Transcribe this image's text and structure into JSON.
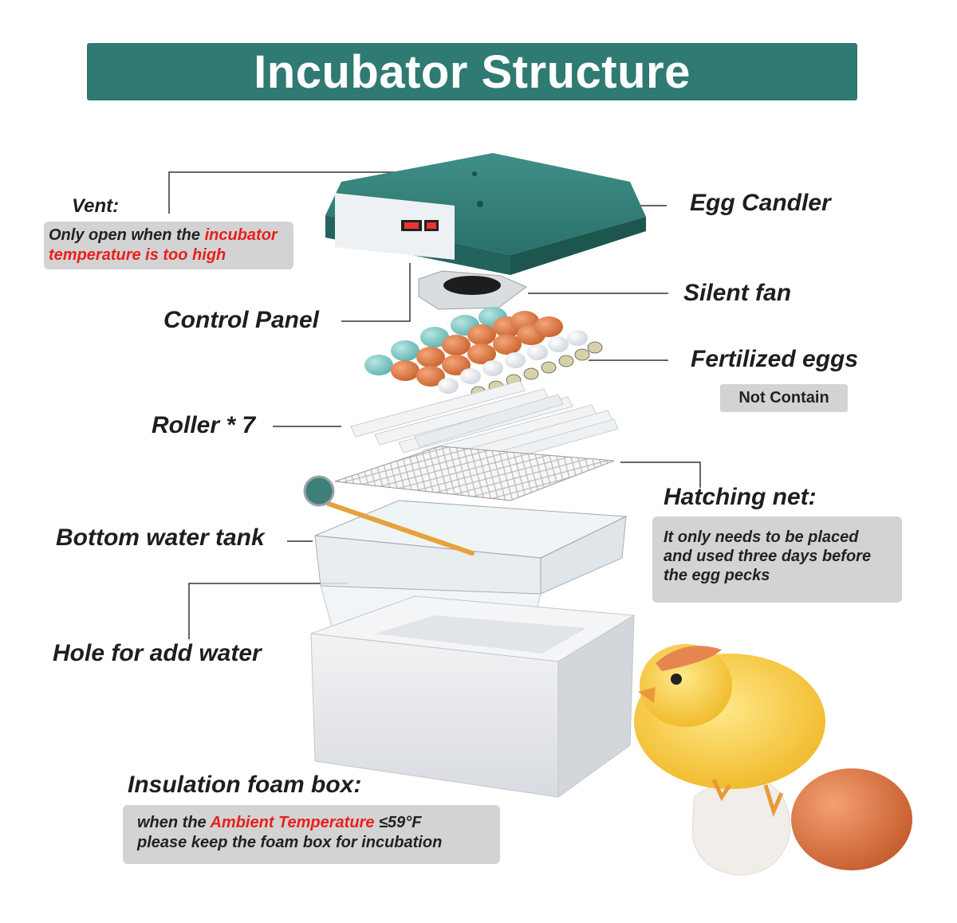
{
  "title": "Incubator Structure",
  "labels": {
    "vent": "Vent:",
    "vent_note_a": "Only open when the ",
    "vent_note_b": "incubator",
    "vent_note_c": "temperature is too high",
    "egg_candler": "Egg Candler",
    "silent_fan": "Silent fan",
    "control_panel": "Control Panel",
    "fertilized_eggs": "Fertilized eggs",
    "not_contain": "Not Contain",
    "roller": "Roller * 7",
    "hatching_net": "Hatching net:",
    "hatching_note_1": "It only needs to be placed",
    "hatching_note_2": "and used three days before",
    "hatching_note_3": "the egg pecks",
    "bottom_water_tank": "Bottom water tank",
    "hole_for_water": "Hole for add water",
    "insulation_box": "Insulation foam box:",
    "insulation_note_a": "when the ",
    "insulation_note_b": "Ambient Temperature",
    "insulation_note_c": " ≤59°F",
    "insulation_note_d": "please keep the foam box for incubation"
  },
  "colors": {
    "title_bg": "#2f7a72",
    "lid": "#2d7a73",
    "highlight_red": "#e8201c",
    "note_bg": "#d3d3d3"
  }
}
